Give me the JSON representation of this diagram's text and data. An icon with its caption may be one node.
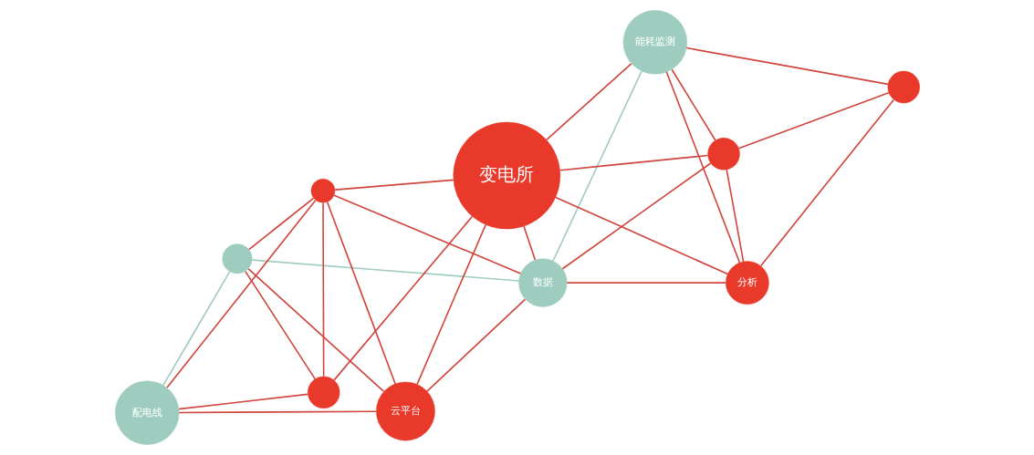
{
  "diagram": {
    "nodes": [
      {
        "text": [
          "数据"
        ]
      },
      {
        "text": [
          "云平台"
        ]
      },
      {
        "text": [
          "分析"
        ]
      },
      {
        "text": [],
        "shape": "circle"
      },
      {
        "text": [],
        "shape": "circle"
      },
      {
        "text": [
          "能耗监测"
        ]
      },
      {
        "text": [
          "变电所"
        ]
      },
      {
        "text": [],
        "shape": "circle"
      },
      {
        "text": [
          "配电线"
        ]
      },
      {
        "text": [],
        "shape": "circle"
      },
      {
        "text": [],
        "shape": "circle"
      }
    ],
    "edges": [
      {
        "from": 1,
        "to": 0,
        "arrow": "none"
      },
      {
        "from": 1,
        "to": 3,
        "arrow": "none"
      },
      {
        "from": 1,
        "to": 8,
        "arrow": "none"
      },
      {
        "from": 1,
        "to": 4,
        "arrow": "none"
      },
      {
        "from": 1,
        "to": 6,
        "arrow": "none"
      },
      {
        "from": 0,
        "to": 3,
        "arrow": "none"
      },
      {
        "from": 0,
        "to": 4,
        "arrow": "none",
        "color": "#9ecdc0"
      },
      {
        "from": 0,
        "to": 6,
        "arrow": "none"
      },
      {
        "from": 0,
        "to": 7,
        "arrow": "none"
      },
      {
        "from": 0,
        "to": 2,
        "arrow": "none"
      },
      {
        "from": 0,
        "to": 5,
        "arrow": "none",
        "color": "#9ecdc0"
      },
      {
        "from": 3,
        "to": 8,
        "arrow": "none"
      },
      {
        "from": 3,
        "to": 4,
        "arrow": "none"
      },
      {
        "from": 3,
        "to": 10,
        "arrow": "none"
      },
      {
        "from": 3,
        "to": 6,
        "arrow": "none"
      },
      {
        "from": 4,
        "to": 8,
        "arrow": "none",
        "color": "#9ecdc0"
      },
      {
        "from": 4,
        "to": 10,
        "arrow": "none"
      },
      {
        "from": 10,
        "to": 8,
        "arrow": "none"
      },
      {
        "from": 10,
        "to": 6,
        "arrow": "none"
      },
      {
        "from": 2,
        "to": 6,
        "arrow": "none"
      },
      {
        "from": 2,
        "to": 7,
        "arrow": "none"
      },
      {
        "from": 2,
        "to": 5,
        "arrow": "none"
      },
      {
        "from": 2,
        "to": 9,
        "arrow": "none"
      },
      {
        "from": 6,
        "to": 5,
        "arrow": "none"
      },
      {
        "from": 6,
        "to": 7,
        "arrow": "none"
      },
      {
        "from": 7,
        "to": 5,
        "arrow": "none"
      },
      {
        "from": 7,
        "to": 9,
        "arrow": "none"
      },
      {
        "from": 9,
        "to": 5,
        "arrow": "none"
      }
    ]
  }
}
